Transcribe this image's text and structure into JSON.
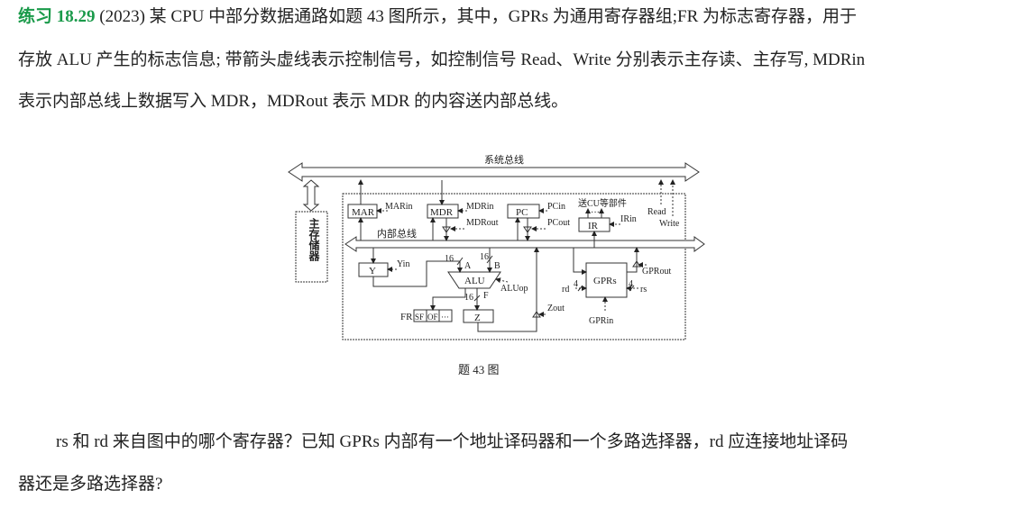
{
  "problem": {
    "label": "练习 18.29",
    "line1": " (2023) 某 CPU 中部分数据通路如题 43 图所示，其中，GPRs 为通用寄存器组;FR 为标志寄存器，用于",
    "line2": "存放 ALU 产生的标志信息; 带箭头虚线表示控制信号，如控制信号 Read、Write 分别表示主存读、主存写, MDRin",
    "line3": "表示内部总线上数据写入 MDR，MDRout 表示 MDR 的内容送内部总线。"
  },
  "figure": {
    "caption": "题 43 图",
    "system_bus": "系统总线",
    "internal_bus": "内部总线",
    "main_memory": "主存储器",
    "registers": {
      "mar": "MAR",
      "mdr": "MDR",
      "pc": "PC",
      "ir": "IR",
      "y": "Y",
      "alu": "ALU",
      "z": "Z",
      "gprs": "GPRs",
      "fr": "FR",
      "sf": "SF",
      "of": "OF",
      "more": "···"
    },
    "signals": {
      "marin": "MARin",
      "mdrin": "MDRin",
      "mdrout": "MDRout",
      "pcin": "PCin",
      "pcout": "PCout",
      "irin": "IRin",
      "to_cu": "送CU等部件",
      "ir_dots": "···",
      "read": "Read",
      "write": "Write",
      "yin": "Yin",
      "aluop": "ALUop",
      "zout": "Zout",
      "gprout": "GPRout",
      "gprin": "GPRin",
      "rd": "rd",
      "rs": "rs"
    },
    "widths": {
      "a": "16",
      "b": "16",
      "f": "16",
      "rd": "4",
      "rs": "4"
    },
    "ports": {
      "a": "A",
      "b": "B",
      "f": "F"
    }
  },
  "question": {
    "line1": "rs 和 rd 来自图中的哪个寄存器？已知 GPRs 内部有一个地址译码器和一个多路选择器，rd 应连接地址译码",
    "line2": "器还是多路选择器?"
  }
}
